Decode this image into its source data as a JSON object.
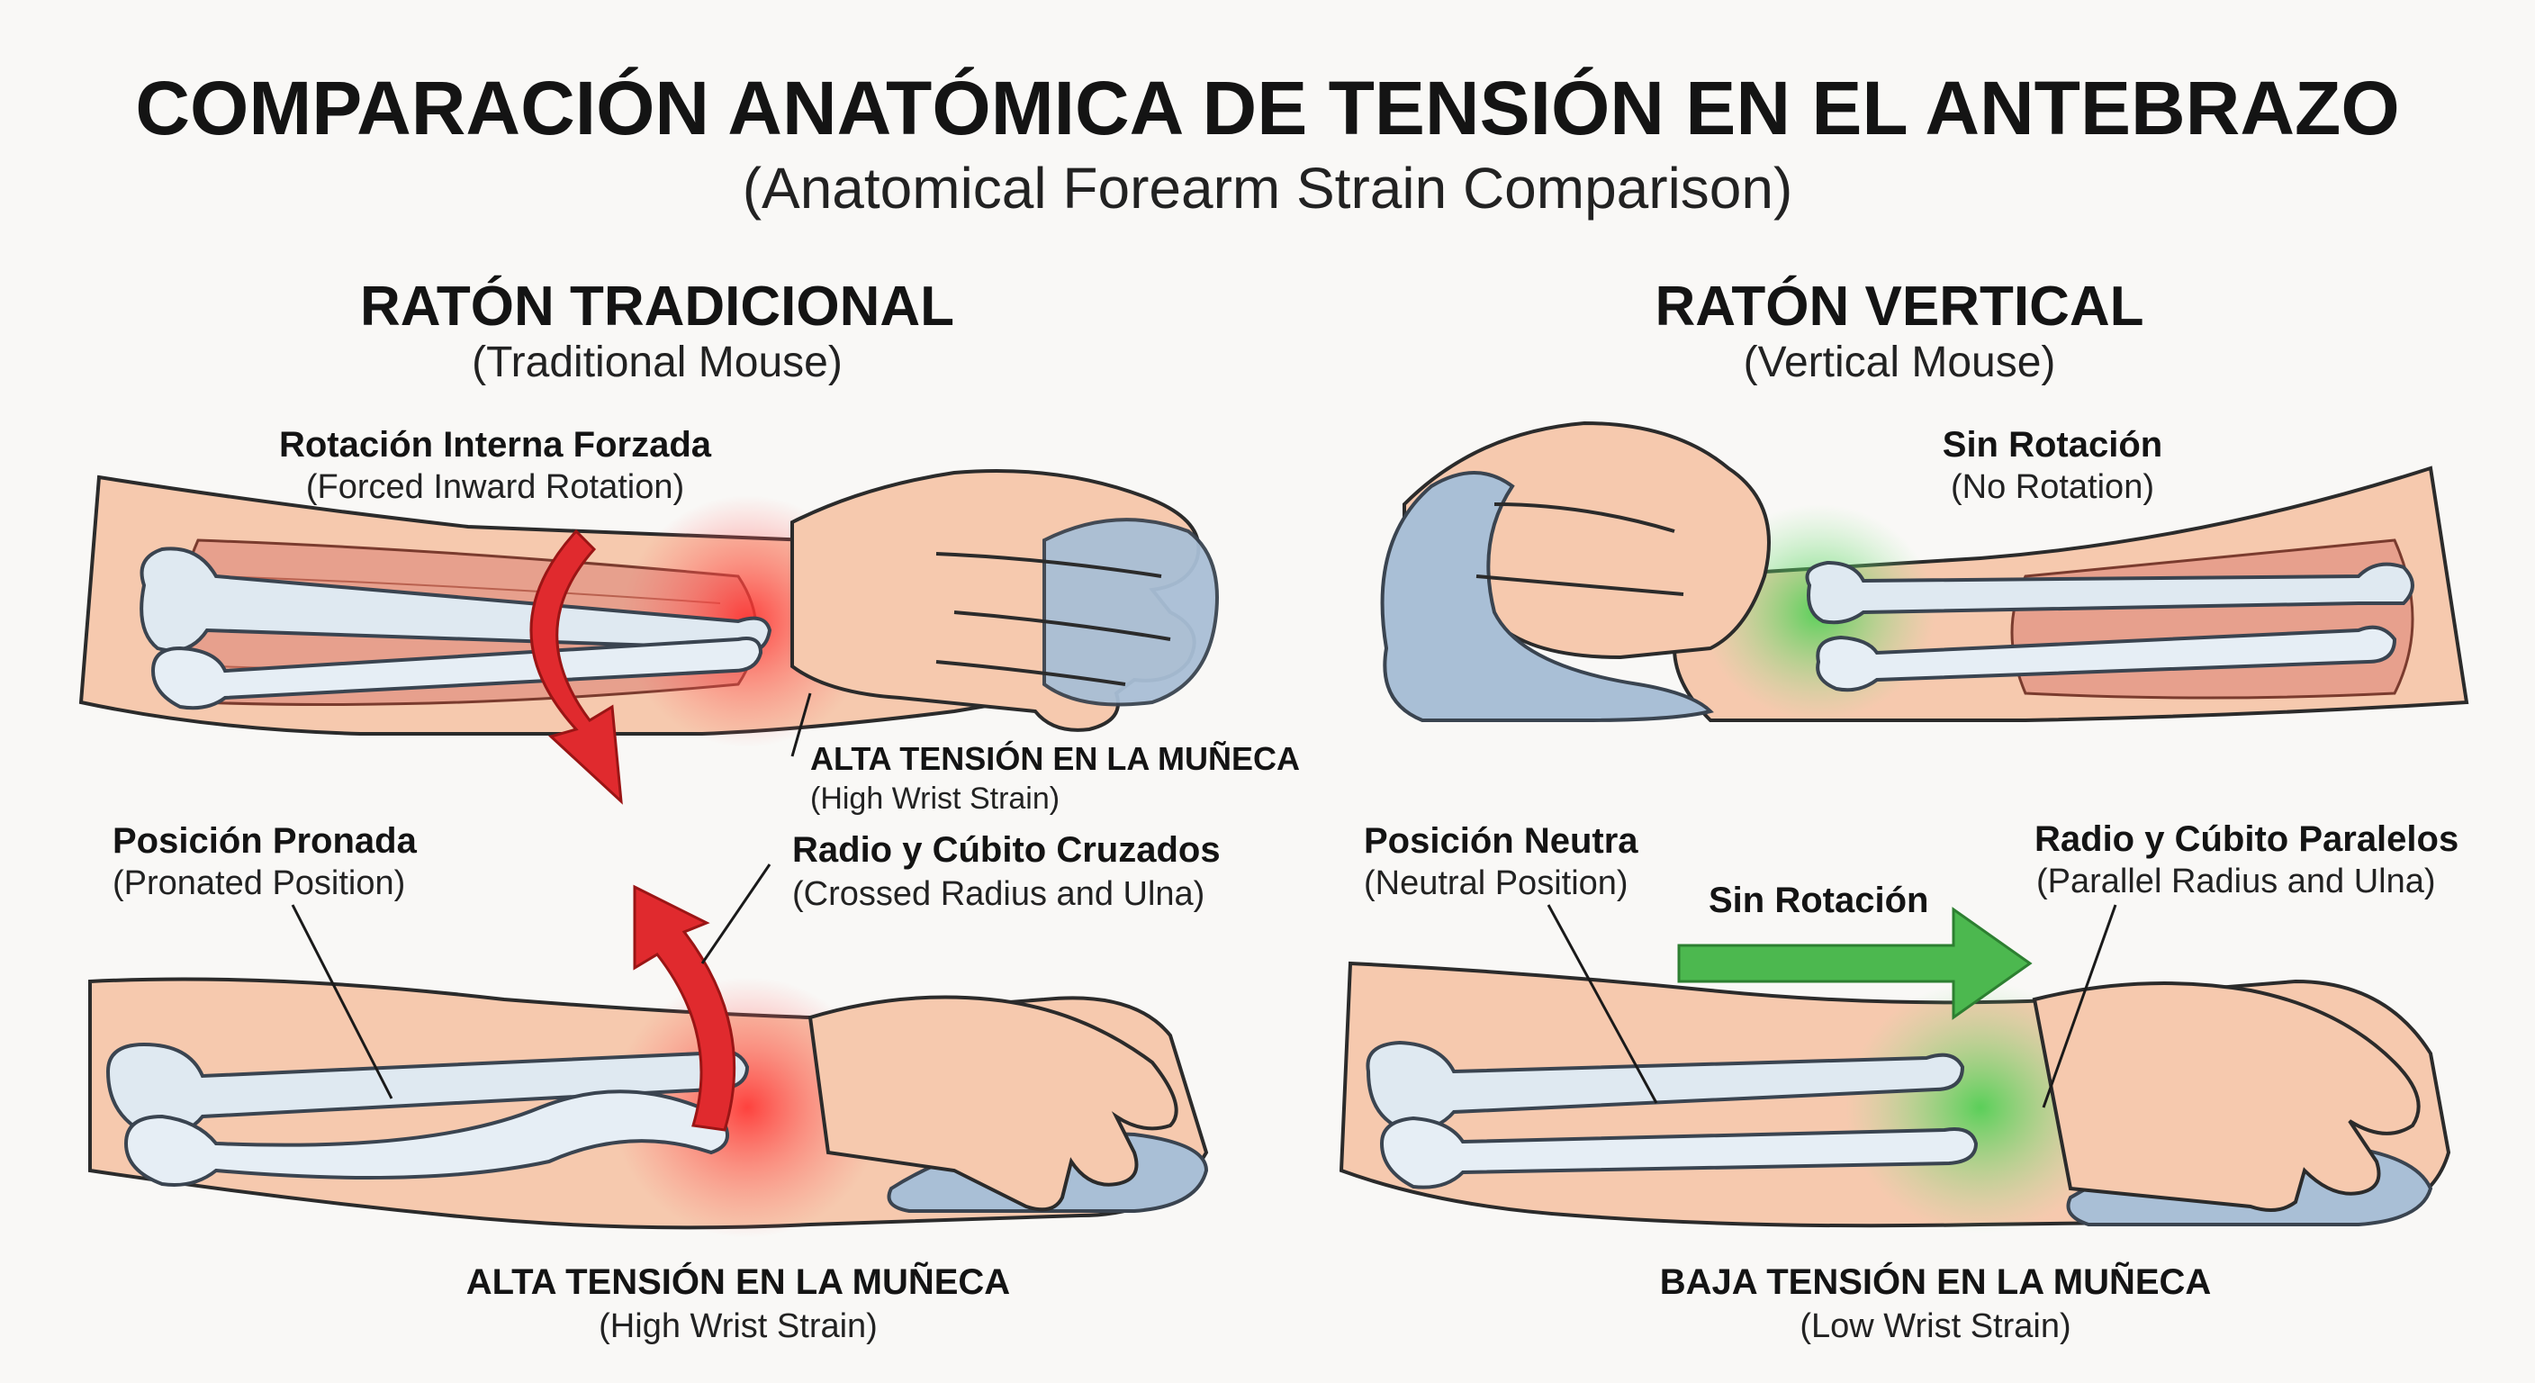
{
  "title": "COMPARACIÓN ANATÓMICA DE TENSIÓN EN EL ANTEBRAZO",
  "subtitle": "(Anatomical Forearm Strain Comparison)",
  "colors": {
    "skin": "#f6c9ae",
    "skin_outline": "#2b2b2b",
    "bone": "#dfe9f1",
    "muscle": "#e7a08d",
    "mouse": "#a9bfd6",
    "strain_red": "#e8343a",
    "ok_green": "#46b649",
    "arrow_red": "#e02a2e",
    "arrow_green": "#4cb84f"
  },
  "traditional": {
    "title": "RATÓN TRADICIONAL",
    "subtitle": "(Traditional Mouse)",
    "rotation_label": "Rotación Interna Forzada",
    "rotation_sub": "(Forced Inward Rotation)",
    "wrist_label": "ALTA TENSIÓN EN LA MUÑECA",
    "wrist_sub": "(High Wrist Strain)",
    "position_label": "Posición Pronada",
    "position_sub": "(Pronated Position)",
    "bones_label": "Radio y Cúbito Cruzados",
    "bones_sub": "(Crossed Radius and Ulna)",
    "bottom_label": "ALTA TENSIÓN EN LA MUÑECA",
    "bottom_sub": "(High Wrist Strain)"
  },
  "vertical": {
    "title": "RATÓN VERTICAL",
    "subtitle": "(Vertical Mouse)",
    "rotation_label": "Sin Rotación",
    "rotation_sub": "(No Rotation)",
    "position_label": "Posición Neutra",
    "position_sub": "(Neutral Position)",
    "arrow_label": "Sin Rotación",
    "bones_label": "Radio y Cúbito Paralelos",
    "bones_sub": "(Parallel Radius and Ulna)",
    "bottom_label": "BAJA TENSIÓN EN LA MUÑECA",
    "bottom_sub": "(Low Wrist Strain)"
  },
  "icons": {
    "rotation_arrow": "curved-rotation-arrow-icon",
    "forward_arrow": "right-arrow-icon",
    "strain_glow": "glow-icon"
  }
}
